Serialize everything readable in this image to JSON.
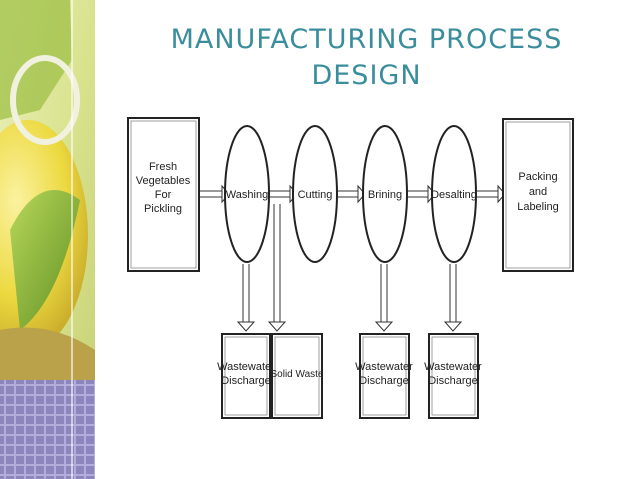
{
  "slide": {
    "title_line1": "MANUFACTURING PROCESS",
    "title_line2": "DESIGN"
  },
  "diagram": {
    "input": [
      "Fresh",
      "Vegetables",
      "For",
      "Pickling"
    ],
    "steps": [
      "Washing",
      "Cutting",
      "Brining",
      "Desalting"
    ],
    "output": [
      "Packing",
      "and",
      "Labeling"
    ],
    "wastes": [
      [
        "Wastewater",
        "Discharge"
      ],
      [
        "Solid Waste"
      ],
      [
        "Wastewater",
        "Discharge"
      ],
      [
        "Wastewater",
        "Discharge"
      ]
    ]
  },
  "colors": {
    "title": "#3a8d9c",
    "leaf_green": "#8fb83a",
    "lemon_yellow": "#e8d23a",
    "cloth_purple": "#7e77b0"
  }
}
